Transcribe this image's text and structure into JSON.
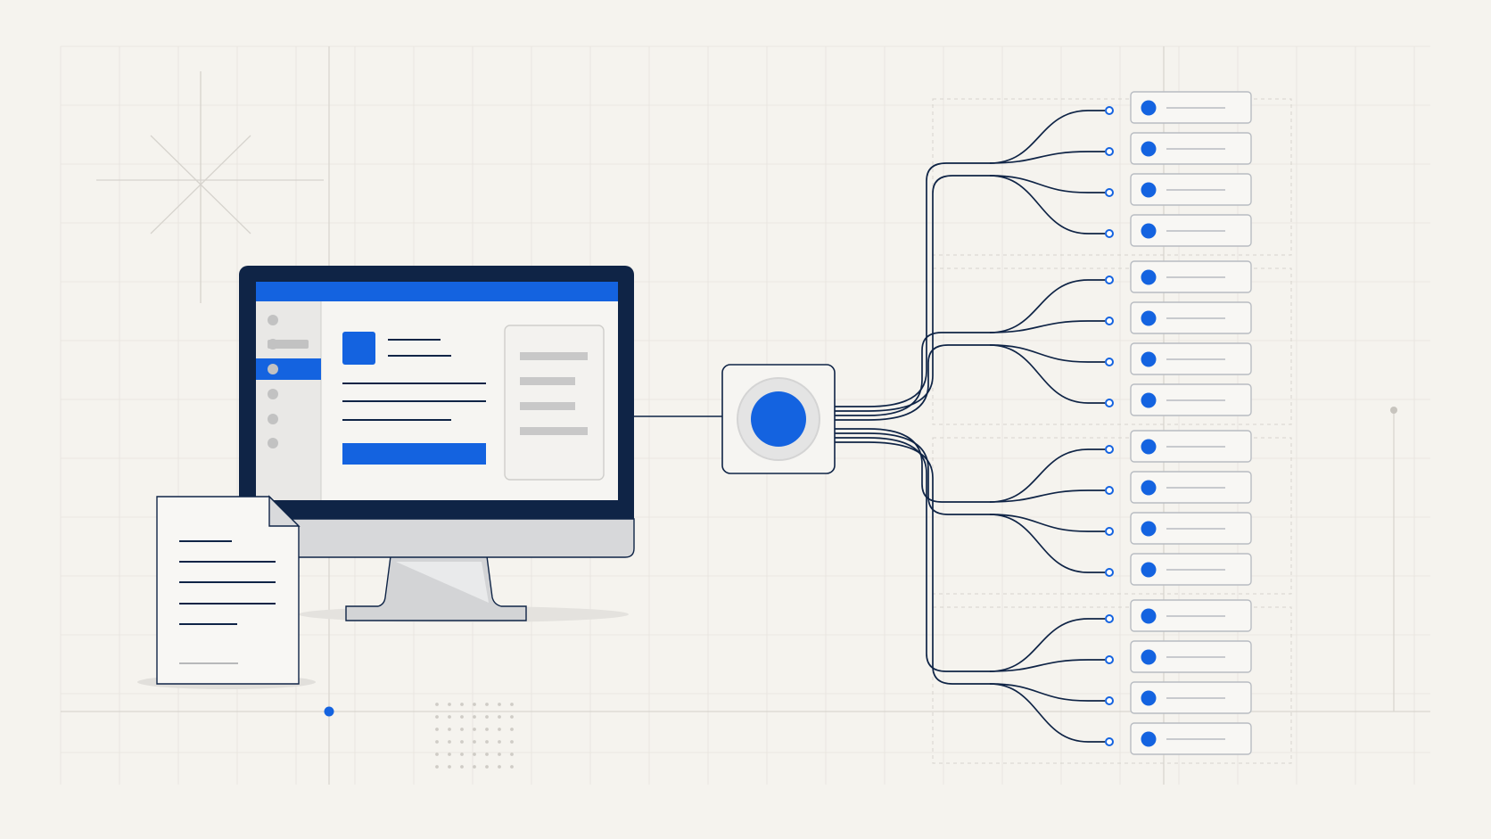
{
  "colors": {
    "background": "#f5f3ee",
    "grid": "#e6e3dd",
    "guide": "#d9d6d0",
    "navy": "#0f2446",
    "blue": "#1463e0",
    "panel": "#f6f5f2",
    "sidebar": "#e9e8e6",
    "gray_bar": "#c8c8c8",
    "stand": "#d3d4d6",
    "card_border": "#b8bcc2",
    "card_fill": "#f8f7f4"
  },
  "icons": {
    "hub": "radio-button-icon",
    "document": "document-icon",
    "sparkle": "sparkle-icon",
    "card_status": "status-dot-icon"
  },
  "output_groups": [
    {
      "cards": 4
    },
    {
      "cards": 4
    },
    {
      "cards": 4
    },
    {
      "cards": 4
    }
  ]
}
